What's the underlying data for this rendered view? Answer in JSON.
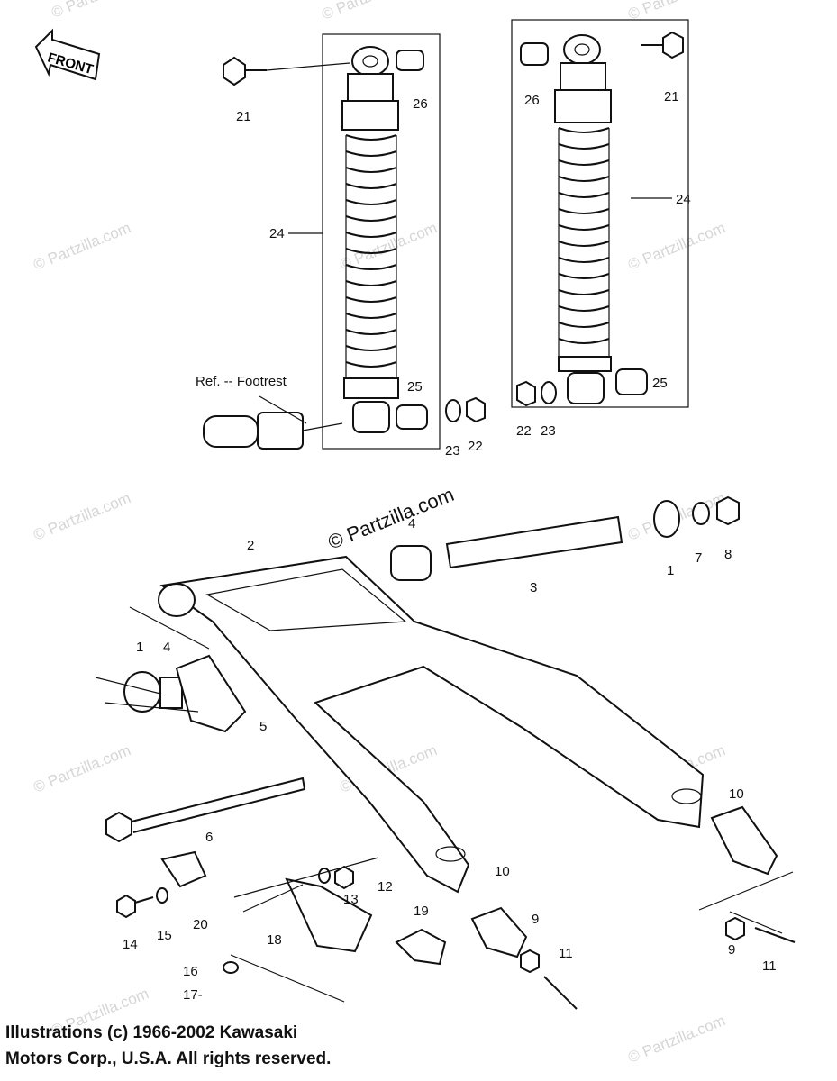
{
  "front_label": "FRONT",
  "ref_label": "Ref. -- Footrest",
  "watermark": "© Partzilla.com",
  "copyright": {
    "line1": "Illustrations (c) 1966-2002 Kawasaki",
    "line2": "Motors Corp., U.S.A.  All rights reserved."
  },
  "callouts": {
    "c21a": "21",
    "c26a": "26",
    "c26b": "26",
    "c21b": "21",
    "c24a": "24",
    "c24b": "24",
    "c25a": "25",
    "c25b": "25",
    "c23a": "23",
    "c22a": "22",
    "c22b": "22",
    "c23b": "23",
    "c4a": "4",
    "c2": "2",
    "c3": "3",
    "c1a": "1",
    "c7": "7",
    "c8": "8",
    "c1b": "1",
    "c4b": "4",
    "c5": "5",
    "c6": "6",
    "c10a": "10",
    "c10b": "10",
    "c12": "12",
    "c13": "13",
    "c14": "14",
    "c15": "15",
    "c20": "20",
    "c18": "18",
    "c19": "19",
    "c16": "16",
    "c17": "17-",
    "c9a": "9",
    "c11a": "11",
    "c9b": "9",
    "c11b": "11"
  }
}
